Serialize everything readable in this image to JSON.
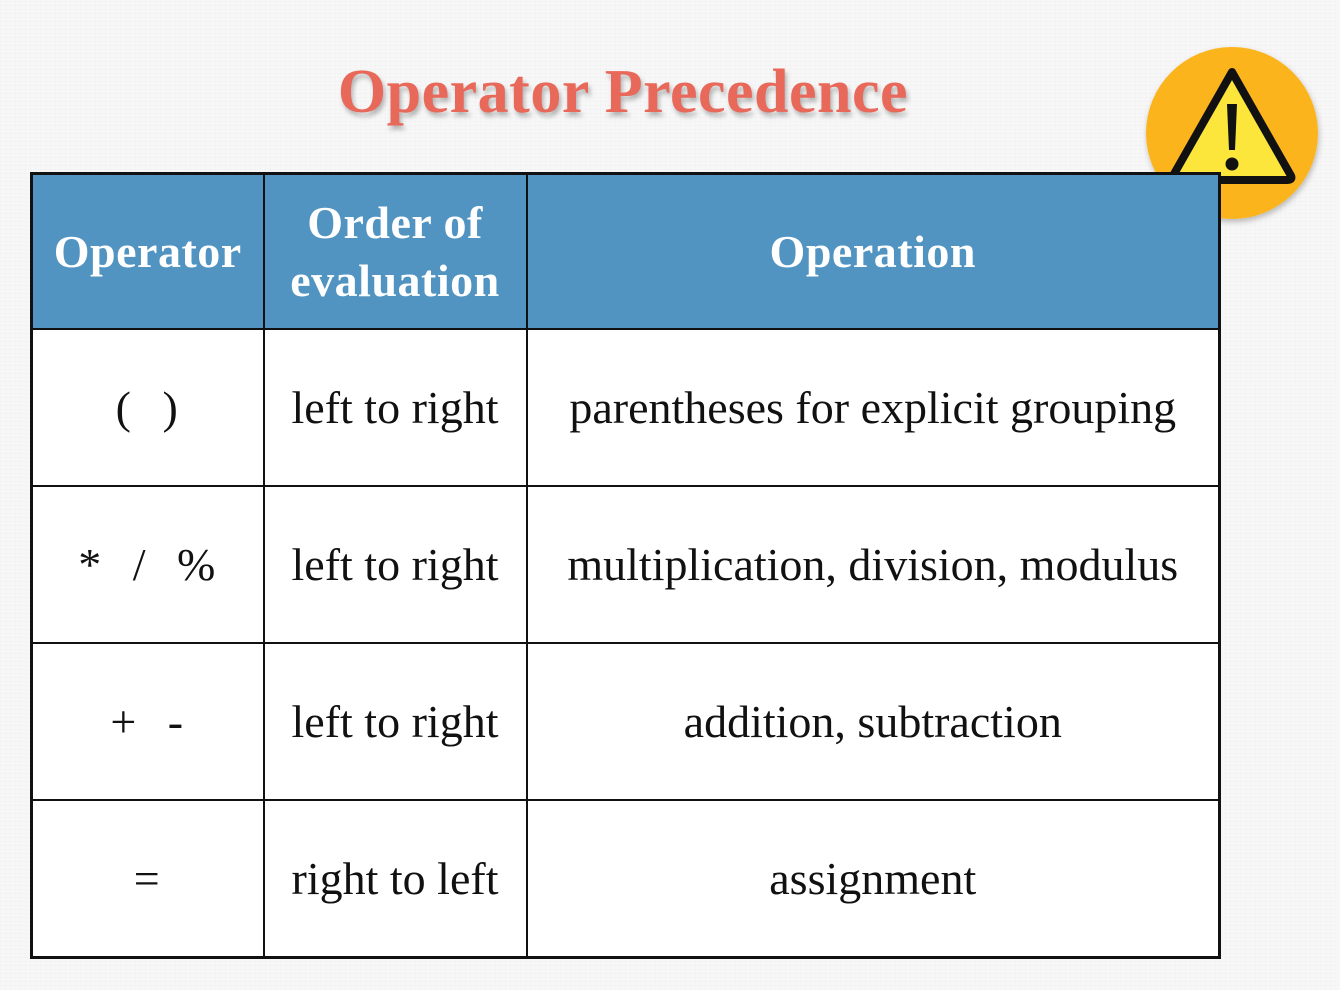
{
  "title": "Operator Precedence",
  "table": {
    "headers": {
      "operator": "Operator",
      "order": "Order of evaluation",
      "operation": "Operation"
    },
    "rows": [
      {
        "operator": "( )",
        "order": "left to right",
        "operation": "parentheses for explicit grouping"
      },
      {
        "operator": "* / %",
        "order": "left to right",
        "operation": "multiplication, division, modulus"
      },
      {
        "operator": "+ -",
        "order": "left to right",
        "operation": "addition, subtraction"
      },
      {
        "operator": "=",
        "order": "right to left",
        "operation": "assignment"
      }
    ]
  },
  "badge": {
    "icon": "warning-icon",
    "color": "#fbb41e"
  },
  "colors": {
    "title": "#e8685a",
    "header_bg": "#5193c1",
    "header_text": "#ffffff",
    "border": "#111111"
  }
}
